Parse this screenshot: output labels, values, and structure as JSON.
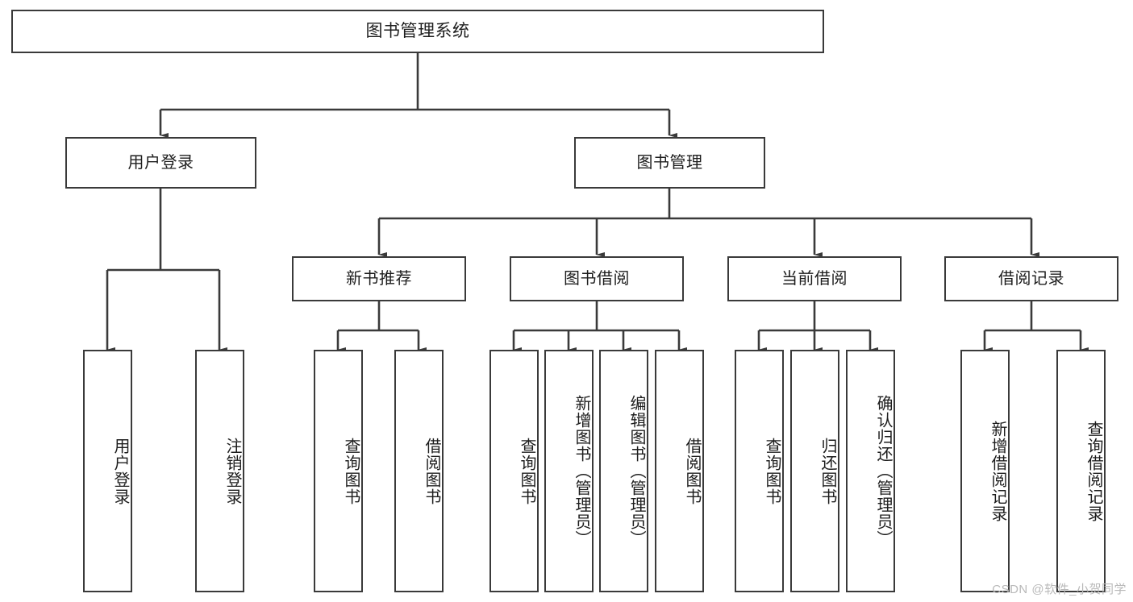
{
  "diagram": {
    "title": "图书管理系统",
    "root": {
      "label": "图书管理系统"
    },
    "level2": [
      {
        "label": "用户登录"
      },
      {
        "label": "图书管理"
      }
    ],
    "level3": [
      {
        "label": "新书推荐"
      },
      {
        "label": "图书借阅"
      },
      {
        "label": "当前借阅"
      },
      {
        "label": "借阅记录"
      }
    ],
    "leaves": [
      {
        "label": "用户登录",
        "parent": "用户登录"
      },
      {
        "label": "注销登录",
        "parent": "用户登录"
      },
      {
        "label": "查询图书",
        "parent": "新书推荐"
      },
      {
        "label": "借阅图书",
        "parent": "新书推荐"
      },
      {
        "label": "查询图书",
        "parent": "图书借阅"
      },
      {
        "label": "新增图书（管理员）",
        "parent": "图书借阅"
      },
      {
        "label": "编辑图书（管理员）",
        "parent": "图书借阅"
      },
      {
        "label": "借阅图书",
        "parent": "图书借阅"
      },
      {
        "label": "查询图书",
        "parent": "当前借阅"
      },
      {
        "label": "归还图书",
        "parent": "当前借阅"
      },
      {
        "label": "确认归还（管理员）",
        "parent": "当前借阅"
      },
      {
        "label": "新增借阅记录",
        "parent": "借阅记录"
      },
      {
        "label": "查询借阅记录",
        "parent": "借阅记录"
      }
    ]
  },
  "watermark": {
    "text": "CSDN @软件_小贺同学"
  },
  "colors": {
    "stroke": "#3a3a3a",
    "text": "#1d1d1d",
    "background": "#ffffff",
    "watermark": "#b9b9b9"
  }
}
